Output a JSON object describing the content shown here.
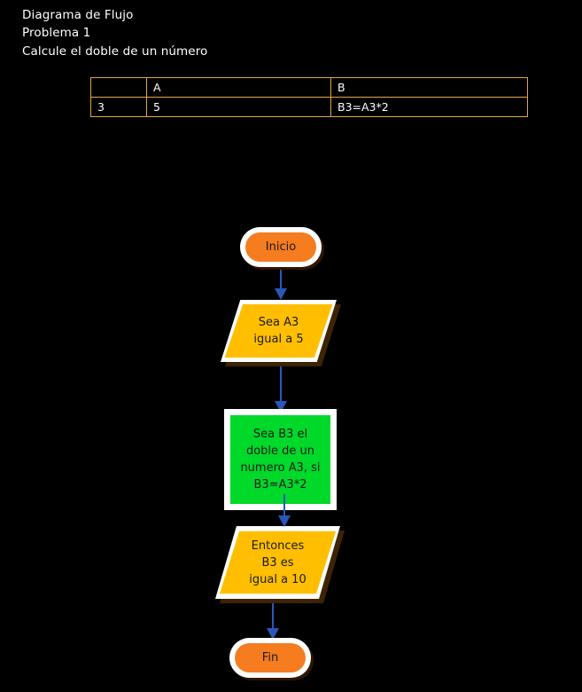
{
  "page": {
    "background_color": "#000000",
    "text_color": "#ffffff"
  },
  "heading": {
    "line1": "Diagrama de Flujo",
    "line2": "Problema 1",
    "line3": "Calcule el doble de un número"
  },
  "table": {
    "border_color": "#e2a44a",
    "columns": [
      "",
      "A",
      "B"
    ],
    "rows": [
      {
        "index": "3",
        "a": "5",
        "b": "B3=A3*2"
      }
    ]
  },
  "flowchart": {
    "arrow_color": "#2a56b8",
    "nodes": [
      {
        "id": "start",
        "type": "terminator",
        "label": "Inicio",
        "fill": "#f57c1f",
        "border": "#ffffff"
      },
      {
        "id": "input-a3",
        "type": "io-parallelogram",
        "label": "Sea A3\nigual a 5",
        "fill": "#ffbf00",
        "border": "#ffffff"
      },
      {
        "id": "process-b3",
        "type": "process",
        "label": "Sea B3 el\ndoble de un\nnumero A3, si\nB3=A3*2",
        "fill": "#00d82a",
        "border": "#ffffff"
      },
      {
        "id": "output-b3",
        "type": "io-parallelogram",
        "label": "Entonces\nB3 es\nigual a 10",
        "fill": "#ffbf00",
        "border": "#ffffff"
      },
      {
        "id": "end",
        "type": "terminator",
        "label": "Fin",
        "fill": "#f57c1f",
        "border": "#ffffff"
      }
    ],
    "connectors": [
      {
        "from": "start",
        "to": "input-a3"
      },
      {
        "from": "input-a3",
        "to": "process-b3"
      },
      {
        "from": "process-b3",
        "to": "output-b3"
      },
      {
        "from": "output-b3",
        "to": "end"
      }
    ]
  }
}
